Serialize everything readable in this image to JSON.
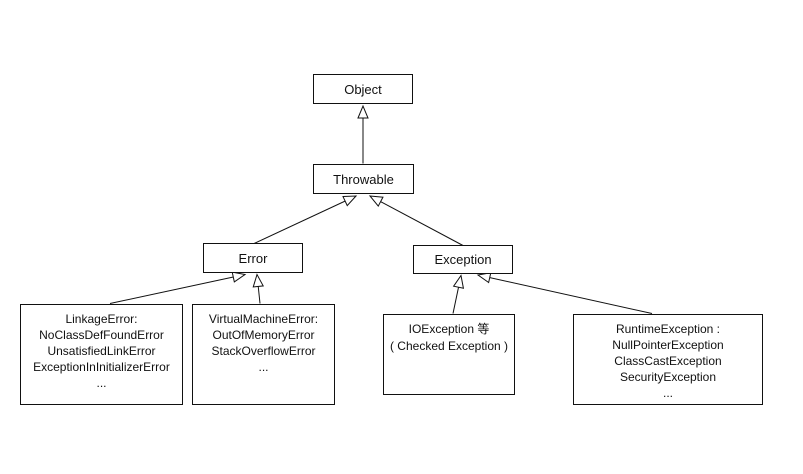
{
  "diagram": {
    "type": "class-hierarchy",
    "language_note": "Java Throwable hierarchy, UML generalization arrows (hollow triangles point to superclass)",
    "colors": {
      "background": "#ffffff",
      "line": "#111111",
      "box_border": "#111111",
      "text": "#111111",
      "arrowhead_fill": "#ffffff"
    },
    "nodes": {
      "object": {
        "label": "Object"
      },
      "throwable": {
        "label": "Throwable"
      },
      "error": {
        "label": "Error"
      },
      "exception": {
        "label": "Exception"
      },
      "linkage_error": {
        "lines": [
          "LinkageError:",
          "NoClassDefFoundError",
          "UnsatisfiedLinkError",
          "ExceptionInInitializerError",
          "..."
        ]
      },
      "virtual_machine_error": {
        "lines": [
          "VirtualMachineError:",
          "OutOfMemoryError",
          "StackOverflowError",
          "..."
        ]
      },
      "io_exception": {
        "lines": [
          "IOException 等",
          "( Checked Exception )"
        ]
      },
      "runtime_exception": {
        "lines": [
          "RuntimeException :",
          "NullPointerException",
          "ClassCastException",
          "SecurityException",
          "..."
        ]
      }
    },
    "edges": [
      {
        "from": "throwable",
        "to": "object",
        "type": "generalization"
      },
      {
        "from": "error",
        "to": "throwable",
        "type": "generalization"
      },
      {
        "from": "exception",
        "to": "throwable",
        "type": "generalization"
      },
      {
        "from": "linkage_error",
        "to": "error",
        "type": "generalization"
      },
      {
        "from": "virtual_machine_error",
        "to": "error",
        "type": "generalization"
      },
      {
        "from": "io_exception",
        "to": "exception",
        "type": "generalization"
      },
      {
        "from": "runtime_exception",
        "to": "exception",
        "type": "generalization"
      }
    ]
  }
}
